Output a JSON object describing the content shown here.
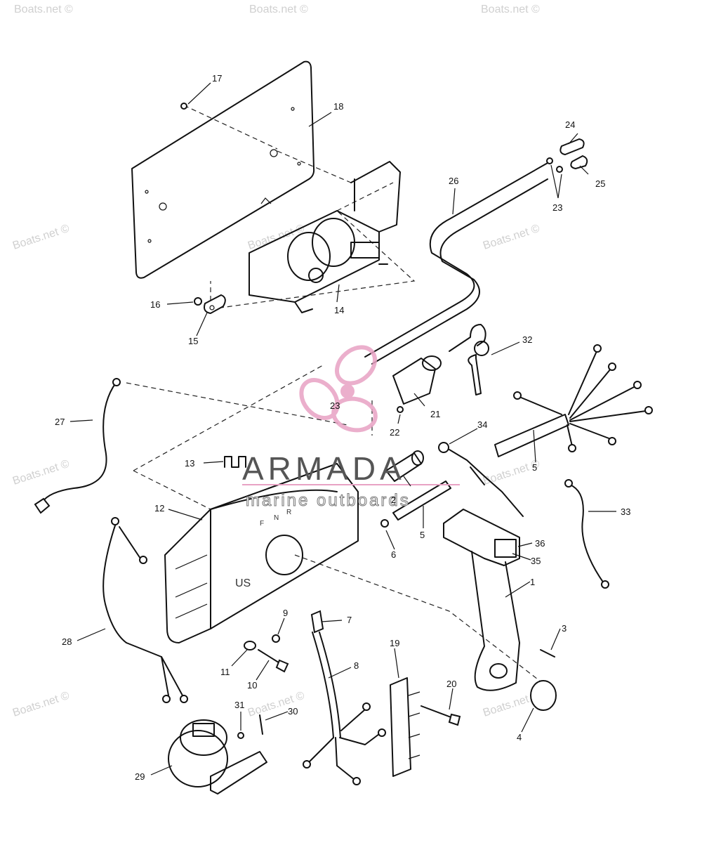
{
  "watermark": "Boats.net ©",
  "brand": {
    "name": "ARMADA",
    "tagline": "marine outboards",
    "accent_color": "#e8a2c4"
  },
  "housing_emblem": "US",
  "gear_marks": [
    "F",
    "N",
    "R"
  ],
  "callouts": {
    "c1": "1",
    "c2": "2",
    "c3": "3",
    "c4": "4",
    "c5a": "5",
    "c5b": "5",
    "c6": "6",
    "c7": "7",
    "c8": "8",
    "c9": "9",
    "c10": "10",
    "c11": "11",
    "c12": "12",
    "c13": "13",
    "c14": "14",
    "c15": "15",
    "c16": "16",
    "c17": "17",
    "c18": "18",
    "c19": "19",
    "c20": "20",
    "c21": "21",
    "c22": "22",
    "c23a": "23",
    "c23b": "23",
    "c24": "24",
    "c25": "25",
    "c26": "26",
    "c27": "27",
    "c28": "28",
    "c29": "29",
    "c30": "30",
    "c31": "31",
    "c32": "32",
    "c33": "33",
    "c34": "34",
    "c35": "35",
    "c36": "36"
  }
}
